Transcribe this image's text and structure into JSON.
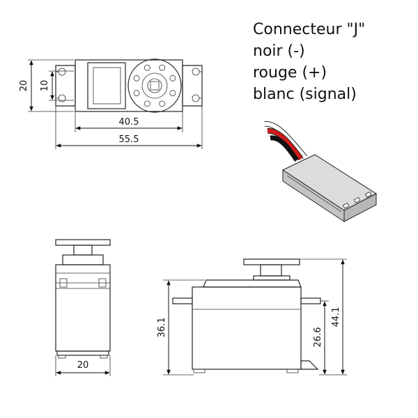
{
  "connector": {
    "title": "Connecteur \"J\"",
    "wires": [
      "noir (-)",
      "rouge (+)",
      "blanc (signal)"
    ],
    "wire_colors": [
      "#111111",
      "#d11a1a",
      "#ffffff"
    ]
  },
  "dimensions": {
    "top_height_outer": "20",
    "top_height_inner": "10",
    "mount_spacing": "40.5",
    "overall_length": "55.5",
    "side_width": "20",
    "body_height": "36.1",
    "total_height": "44.1",
    "flange_height": "26.6"
  },
  "colors": {
    "outline": "#222222",
    "body_fill": "#ececec",
    "shaded_fill": "#d9d9d9",
    "connector_fill": "#cfcfcf"
  }
}
